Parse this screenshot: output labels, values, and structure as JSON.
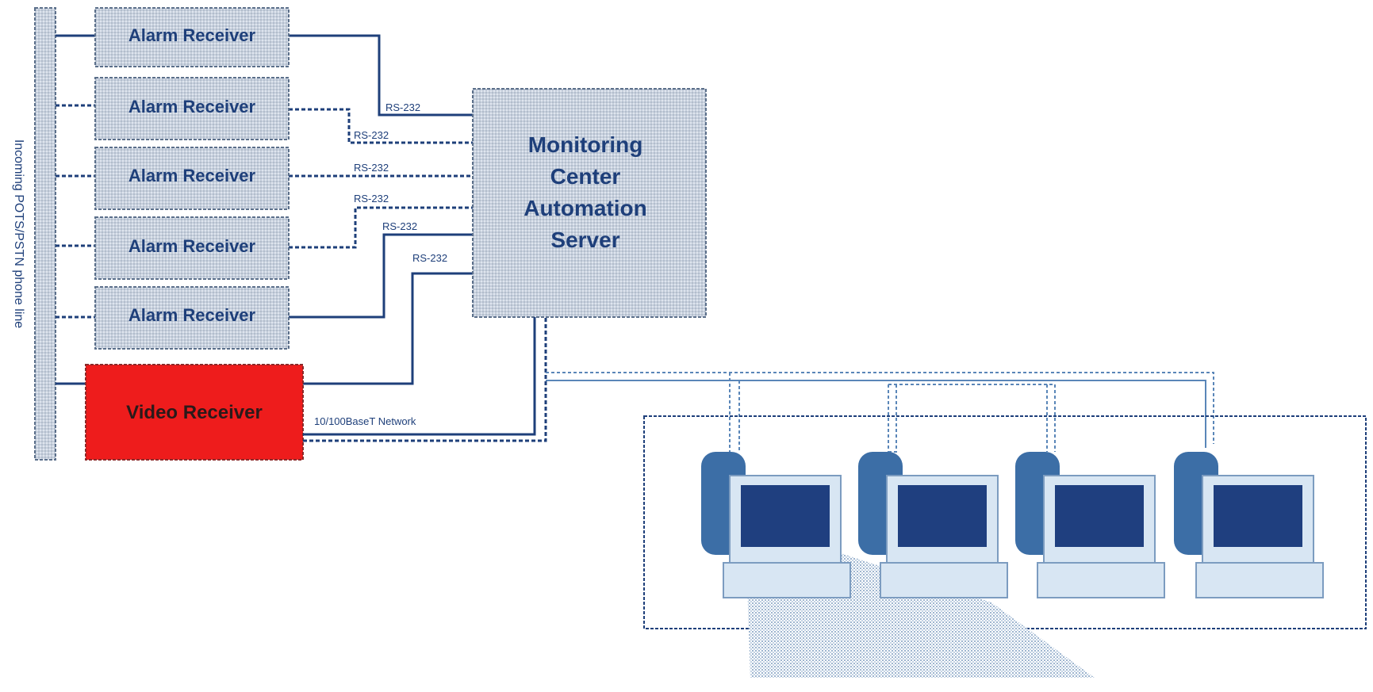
{
  "phone_line": {
    "label": "Incoming POTS/PSTN phone line"
  },
  "receivers": [
    {
      "label": "Alarm Receiver",
      "rs_label": "RS-232"
    },
    {
      "label": "Alarm Receiver",
      "rs_label": "RS-232"
    },
    {
      "label": "Alarm Receiver",
      "rs_label": "RS-232"
    },
    {
      "label": "Alarm Receiver",
      "rs_label": "RS-232"
    },
    {
      "label": "Alarm Receiver",
      "rs_label": "RS-232"
    }
  ],
  "video_receiver": {
    "label": "Video Receiver",
    "rs_label": "RS-232"
  },
  "server": {
    "lines": [
      "Monitoring",
      "Center",
      "Automation",
      "Server"
    ]
  },
  "network": {
    "label": "10/100BaseT Network"
  },
  "workstations": [
    {
      "icon": "workstation-icon"
    },
    {
      "icon": "workstation-icon"
    },
    {
      "icon": "workstation-icon"
    },
    {
      "icon": "workstation-icon"
    }
  ],
  "colors": {
    "box_fill": "#c9d2de",
    "box_border": "#5b6f8a",
    "line": "#1e3f7a",
    "video_fill": "#ee1c1c",
    "monitor_screen": "#1f3f7f",
    "monitor_case": "#d8e6f3",
    "tower": "#3c6ea6"
  }
}
